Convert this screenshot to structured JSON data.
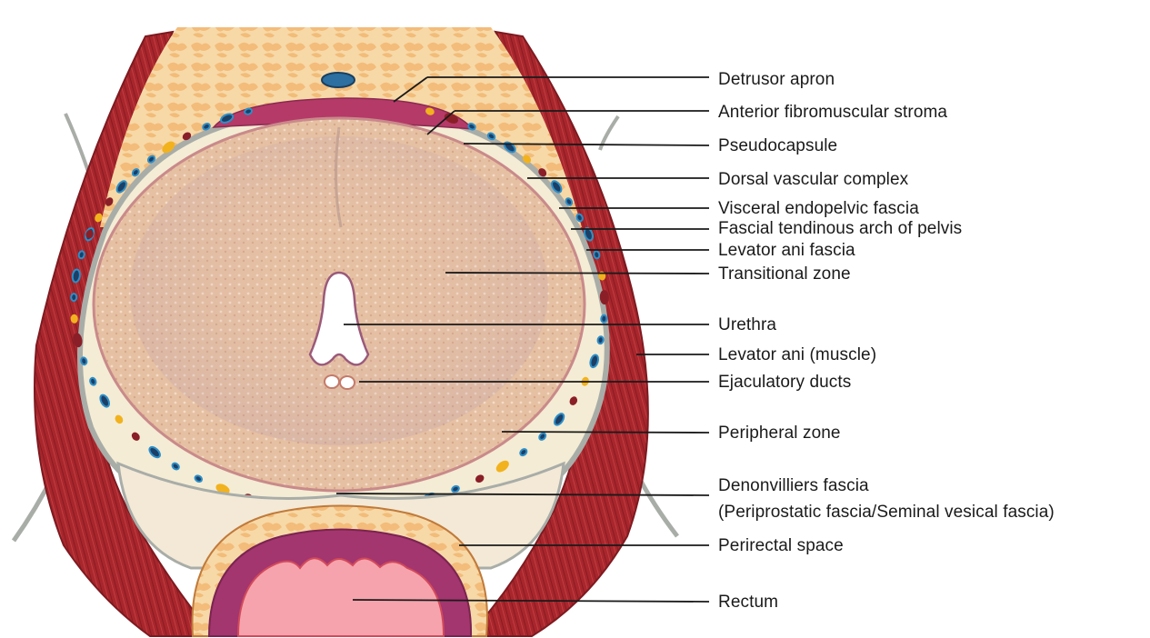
{
  "labels": [
    {
      "id": "detrusor-apron",
      "text": "Detrusor apron"
    },
    {
      "id": "anterior-fibromuscular-stroma",
      "text": "Anterior fibromuscular stroma"
    },
    {
      "id": "pseudocapsule",
      "text": "Pseudocapsule"
    },
    {
      "id": "dorsal-vascular-complex",
      "text": "Dorsal vascular complex"
    },
    {
      "id": "visceral-endopelvic-fascia",
      "text": "Visceral endopelvic fascia"
    },
    {
      "id": "fascial-tendinous-arch",
      "text": "Fascial tendinous arch of pelvis"
    },
    {
      "id": "levator-ani-fascia",
      "text": "Levator ani fascia"
    },
    {
      "id": "transitional-zone",
      "text": "Transitional zone"
    },
    {
      "id": "urethra",
      "text": "Urethra"
    },
    {
      "id": "levator-ani-muscle",
      "text": "Levator ani (muscle)"
    },
    {
      "id": "ejaculatory-ducts",
      "text": "Ejaculatory ducts"
    },
    {
      "id": "peripheral-zone",
      "text": "Peripheral zone"
    },
    {
      "id": "denonvilliers-fascia",
      "text": "Denonvilliers fascia"
    },
    {
      "id": "denonvilliers-fascia-alt",
      "text": "(Periprostatic fascia/Seminal vesical fascia)"
    },
    {
      "id": "perirectal-space",
      "text": "Perirectal space"
    },
    {
      "id": "rectum",
      "text": "Rectum"
    }
  ],
  "colors": {
    "muscle": "#a8262c",
    "muscle_dark": "#7d1a20",
    "fat": "#f5c98a",
    "fascia": "#b9bdb8",
    "prostate": "#e9c3a6",
    "vessel_blue": "#2c8fc9",
    "rectum_wall": "#a3356f",
    "rectum_lumen": "#f6a3ad"
  }
}
